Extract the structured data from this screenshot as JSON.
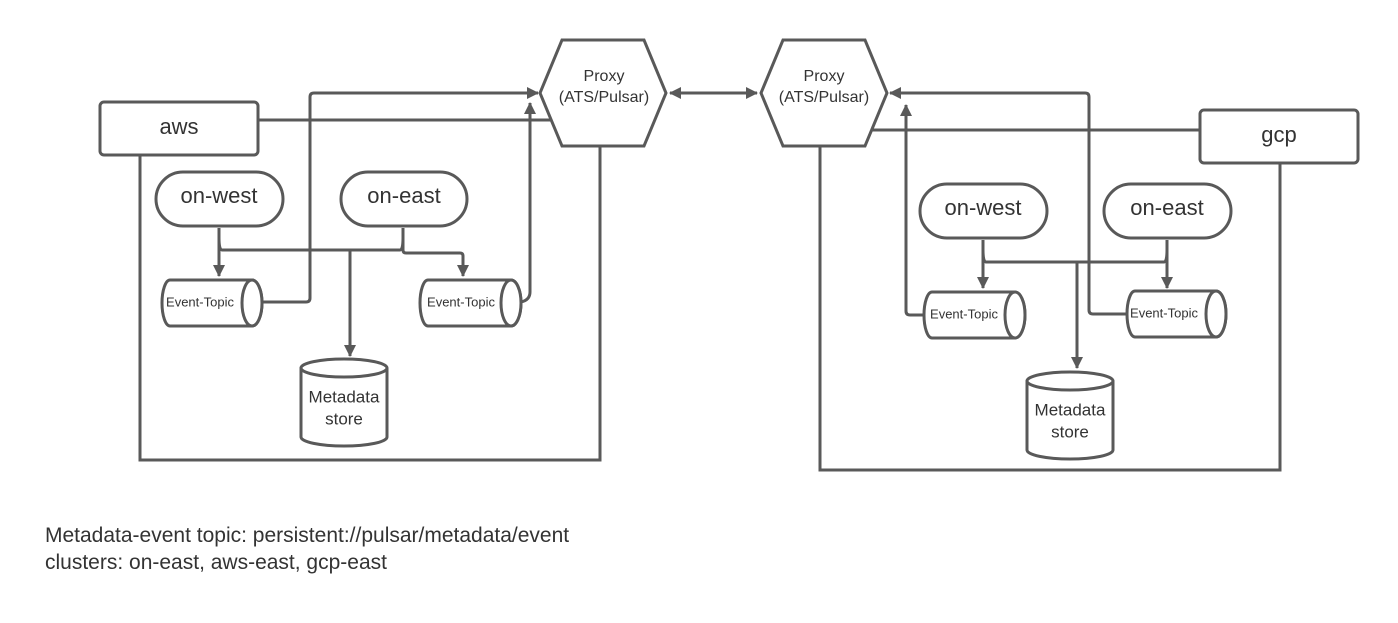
{
  "left_cloud": {
    "provider_label": "aws",
    "proxy_label_line1": "Proxy",
    "proxy_label_line2": "(ATS/Pulsar)",
    "cluster_west": "on-west",
    "cluster_east": "on-east",
    "topic_west": "Event-Topic",
    "topic_east": "Event-Topic",
    "store_line1": "Metadata",
    "store_line2": "store"
  },
  "right_cloud": {
    "provider_label": "gcp",
    "proxy_label_line1": "Proxy",
    "proxy_label_line2": "(ATS/Pulsar)",
    "cluster_west": "on-west",
    "cluster_east": "on-east",
    "topic_west": "Event-Topic",
    "topic_east": "Event-Topic",
    "store_line1": "Metadata",
    "store_line2": "store"
  },
  "footer": {
    "line1": "Metadata-event topic: persistent://pulsar/metadata/event",
    "line2": "clusters: on-east, aws-east, gcp-east"
  },
  "colors": {
    "stroke": "#595959",
    "text": "#333333",
    "background": "#ffffff"
  }
}
